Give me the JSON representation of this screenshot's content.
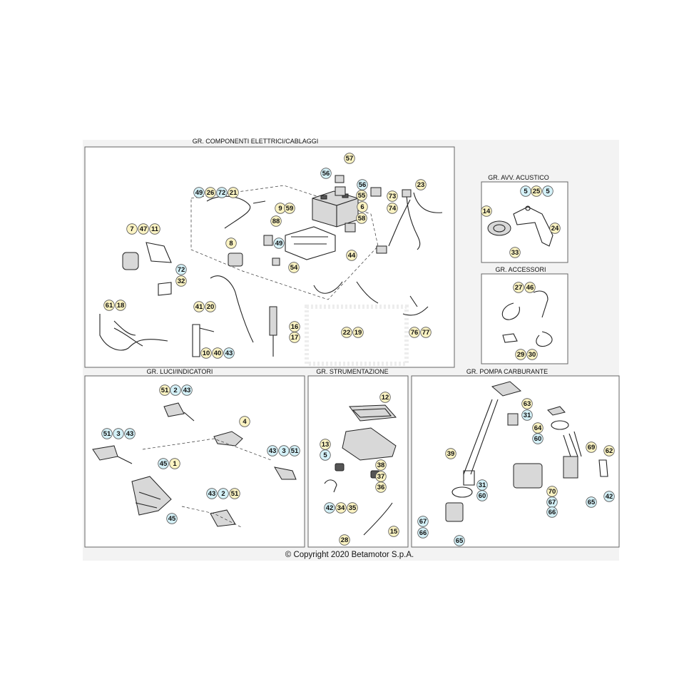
{
  "colors": {
    "yellow_callout": "#fbf3c2",
    "blue_callout": "#d4f1f8",
    "frame": "#666666",
    "band": "#f2f2f2"
  },
  "copyright": "© Copyright 2020 Betamotor S.p.A.",
  "groups": [
    {
      "id": "componenti",
      "title": "GR. COMPONENTI ELETTRICI/CABLAGGI",
      "callouts": [
        {
          "label": "57",
          "color": "yellow"
        },
        {
          "label": "56",
          "color": "blue"
        },
        {
          "label": "56",
          "color": "blue"
        },
        {
          "label": "55",
          "color": "yellow"
        },
        {
          "label": "23",
          "color": "yellow"
        },
        {
          "label": "73",
          "color": "yellow"
        },
        {
          "label": "6",
          "color": "yellow"
        },
        {
          "label": "74",
          "color": "yellow"
        },
        {
          "label": "58",
          "color": "yellow"
        },
        {
          "label": "49",
          "color": "blue"
        },
        {
          "label": "26",
          "color": "yellow"
        },
        {
          "label": "72",
          "color": "blue"
        },
        {
          "label": "21",
          "color": "yellow"
        },
        {
          "label": "9",
          "color": "yellow"
        },
        {
          "label": "59",
          "color": "yellow"
        },
        {
          "label": "88",
          "color": "yellow"
        },
        {
          "label": "7",
          "color": "yellow"
        },
        {
          "label": "47",
          "color": "yellow"
        },
        {
          "label": "11",
          "color": "yellow"
        },
        {
          "label": "8",
          "color": "yellow"
        },
        {
          "label": "49",
          "color": "blue"
        },
        {
          "label": "44",
          "color": "yellow"
        },
        {
          "label": "54",
          "color": "yellow"
        },
        {
          "label": "72",
          "color": "blue"
        },
        {
          "label": "32",
          "color": "yellow"
        },
        {
          "label": "41",
          "color": "yellow"
        },
        {
          "label": "20",
          "color": "yellow"
        },
        {
          "label": "61",
          "color": "yellow"
        },
        {
          "label": "18",
          "color": "yellow"
        },
        {
          "label": "16",
          "color": "yellow"
        },
        {
          "label": "17",
          "color": "yellow"
        },
        {
          "label": "22",
          "color": "yellow"
        },
        {
          "label": "19",
          "color": "yellow"
        },
        {
          "label": "76",
          "color": "yellow"
        },
        {
          "label": "77",
          "color": "yellow"
        },
        {
          "label": "10",
          "color": "yellow"
        },
        {
          "label": "40",
          "color": "yellow"
        },
        {
          "label": "43",
          "color": "blue"
        }
      ]
    },
    {
      "id": "acustico",
      "title": "GR. AVV. ACUSTICO",
      "callouts": [
        {
          "label": "5",
          "color": "blue"
        },
        {
          "label": "25",
          "color": "yellow"
        },
        {
          "label": "5",
          "color": "blue"
        },
        {
          "label": "14",
          "color": "yellow"
        },
        {
          "label": "24",
          "color": "yellow"
        },
        {
          "label": "33",
          "color": "yellow"
        }
      ]
    },
    {
      "id": "accessori",
      "title": "GR. ACCESSORI",
      "callouts": [
        {
          "label": "27",
          "color": "yellow"
        },
        {
          "label": "46",
          "color": "yellow"
        },
        {
          "label": "29",
          "color": "yellow"
        },
        {
          "label": "30",
          "color": "yellow"
        }
      ]
    },
    {
      "id": "luci",
      "title": "GR. LUCI/INDICATORI",
      "callouts": [
        {
          "label": "51",
          "color": "yellow"
        },
        {
          "label": "2",
          "color": "blue"
        },
        {
          "label": "43",
          "color": "blue"
        },
        {
          "label": "4",
          "color": "yellow"
        },
        {
          "label": "51",
          "color": "blue"
        },
        {
          "label": "3",
          "color": "blue"
        },
        {
          "label": "43",
          "color": "blue"
        },
        {
          "label": "43",
          "color": "blue"
        },
        {
          "label": "3",
          "color": "blue"
        },
        {
          "label": "51",
          "color": "blue"
        },
        {
          "label": "45",
          "color": "blue"
        },
        {
          "label": "1",
          "color": "yellow"
        },
        {
          "label": "43",
          "color": "blue"
        },
        {
          "label": "2",
          "color": "blue"
        },
        {
          "label": "51",
          "color": "yellow"
        },
        {
          "label": "45",
          "color": "blue"
        }
      ]
    },
    {
      "id": "strumentazione",
      "title": "GR. STRUMENTAZIONE",
      "callouts": [
        {
          "label": "12",
          "color": "yellow"
        },
        {
          "label": "13",
          "color": "yellow"
        },
        {
          "label": "5",
          "color": "blue"
        },
        {
          "label": "38",
          "color": "yellow"
        },
        {
          "label": "37",
          "color": "yellow"
        },
        {
          "label": "36",
          "color": "yellow"
        },
        {
          "label": "42",
          "color": "blue"
        },
        {
          "label": "34",
          "color": "yellow"
        },
        {
          "label": "35",
          "color": "yellow"
        },
        {
          "label": "28",
          "color": "yellow"
        },
        {
          "label": "15",
          "color": "yellow"
        }
      ]
    },
    {
      "id": "pompa",
      "title": "GR. POMPA CARBURANTE",
      "callouts": [
        {
          "label": "63",
          "color": "yellow"
        },
        {
          "label": "31",
          "color": "blue"
        },
        {
          "label": "64",
          "color": "yellow"
        },
        {
          "label": "60",
          "color": "blue"
        },
        {
          "label": "39",
          "color": "yellow"
        },
        {
          "label": "69",
          "color": "yellow"
        },
        {
          "label": "62",
          "color": "yellow"
        },
        {
          "label": "31",
          "color": "blue"
        },
        {
          "label": "60",
          "color": "blue"
        },
        {
          "label": "70",
          "color": "yellow"
        },
        {
          "label": "42",
          "color": "blue"
        },
        {
          "label": "67",
          "color": "blue"
        },
        {
          "label": "65",
          "color": "blue"
        },
        {
          "label": "66",
          "color": "blue"
        },
        {
          "label": "67",
          "color": "blue"
        },
        {
          "label": "66",
          "color": "blue"
        },
        {
          "label": "65",
          "color": "blue"
        }
      ]
    }
  ]
}
